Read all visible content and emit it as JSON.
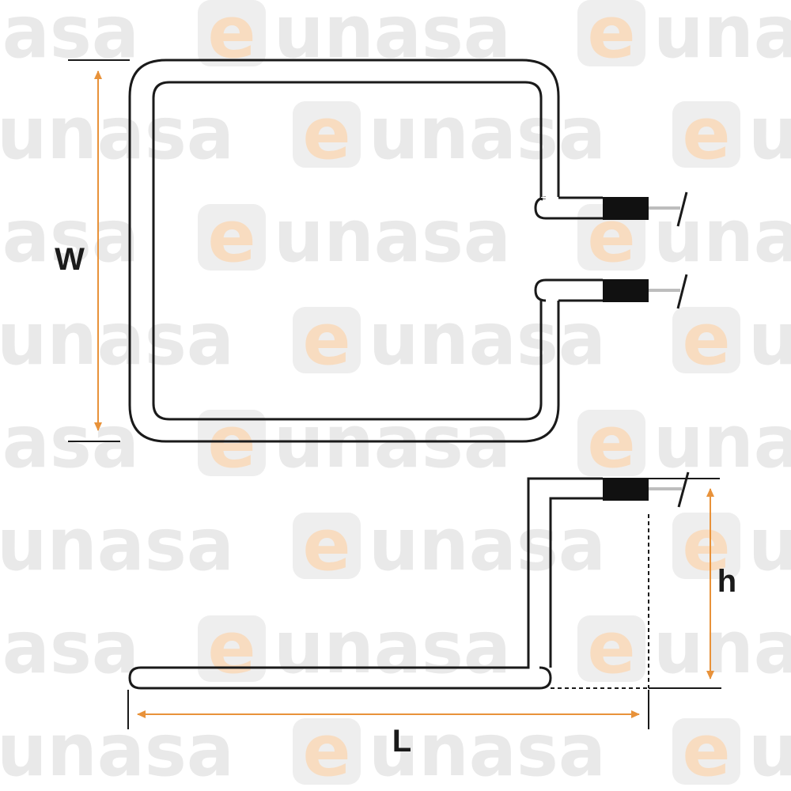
{
  "watermark": {
    "prefix": "e",
    "rest": "unasa",
    "full": "eunasa"
  },
  "labels": {
    "width": "W",
    "height": "h",
    "length": "L"
  },
  "colors": {
    "tube": "#1a1a1a",
    "dimension": "#e8923a",
    "terminal": "#111111",
    "wire": "#bdbdbd",
    "watermark_text": "#e9e9e9",
    "watermark_accent": "#f8dcc0"
  }
}
